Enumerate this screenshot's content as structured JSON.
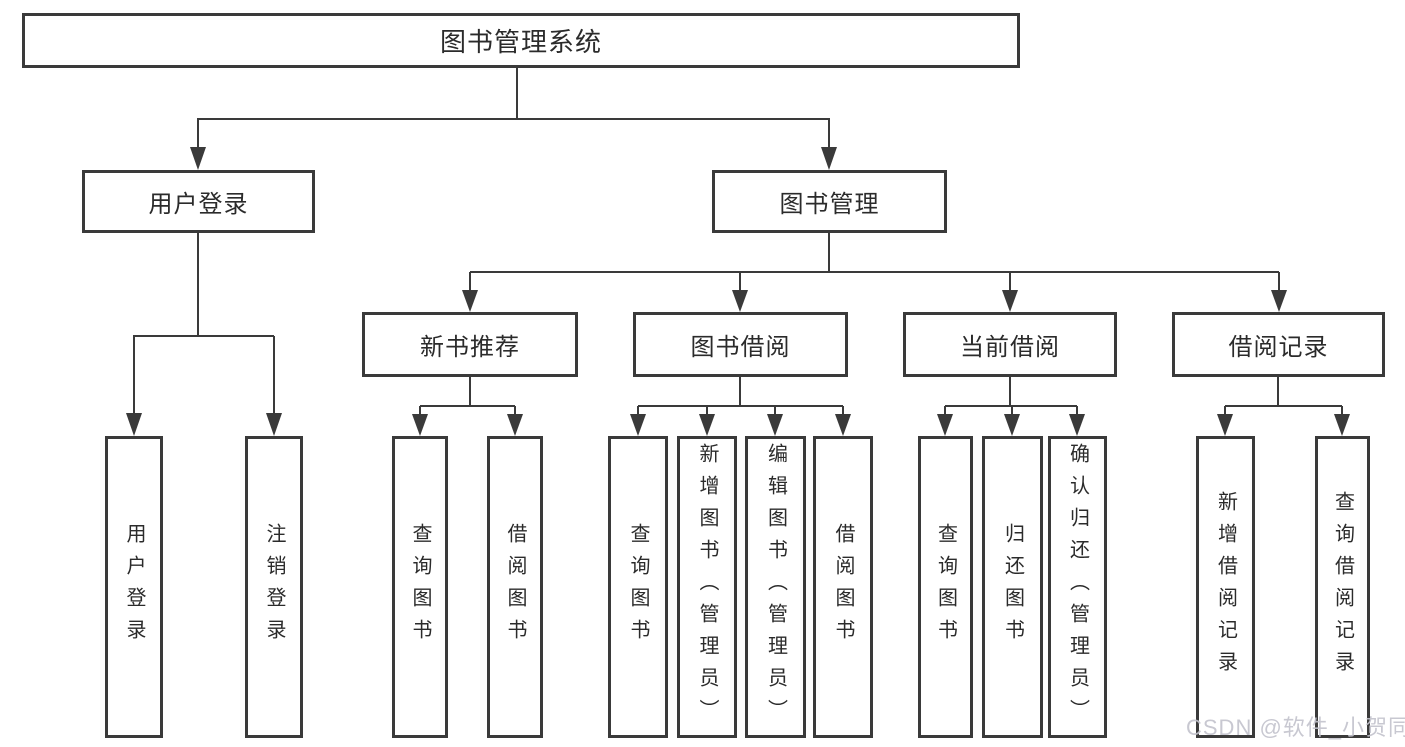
{
  "diagram": {
    "root": "图书管理系统",
    "level2": {
      "user_login": "用户登录",
      "book_mgmt": "图书管理"
    },
    "level3": {
      "new_book_rec": "新书推荐",
      "book_borrow": "图书借阅",
      "cur_borrow": "当前借阅",
      "borrow_rec": "借阅记录"
    },
    "leaves": {
      "login": "用户登录",
      "logout": "注销登录",
      "nbr_query": "查询图书",
      "nbr_borrow": "借阅图书",
      "bb_query": "查询图书",
      "bb_add": "新增图书（管理员）",
      "bb_edit": "编辑图书（管理员）",
      "bb_borrow": "借阅图书",
      "cb_query": "查询图书",
      "cb_return": "归还图书",
      "cb_confirm": "确认归还（管理员）",
      "br_add": "新增借阅记录",
      "br_query": "查询借阅记录"
    }
  },
  "watermark": "CSDN @软件_小贺同学",
  "colors": {
    "line": "#3a3a3a",
    "box_border": "#3a3a3a",
    "text": "#2b2b2b",
    "watermark": "#c3c3cd",
    "background": "#ffffff"
  }
}
